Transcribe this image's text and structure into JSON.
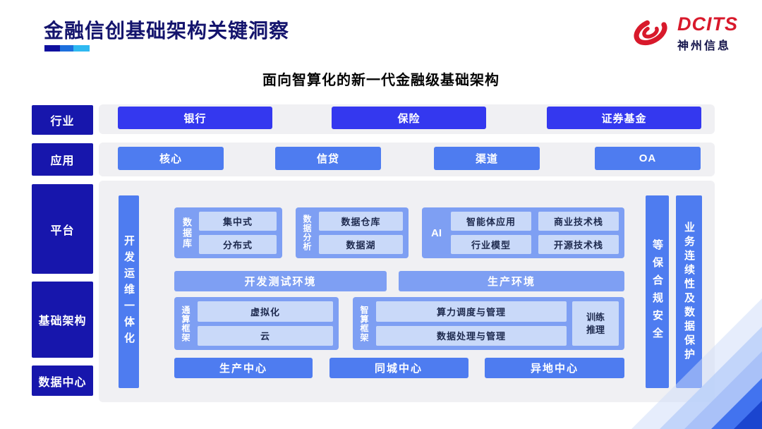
{
  "header": {
    "title": "金融信创基础架构关键洞察",
    "logo_brand": "DCITS",
    "logo_company": "神州信息"
  },
  "subtitle": "面向智算化的新一代金融级基础架构",
  "rails": {
    "industry": "行业",
    "application": "应用",
    "platform": "平台",
    "infrastructure": "基础架构",
    "datacenter": "数据中心"
  },
  "industry": {
    "bank": "银行",
    "insurance": "保险",
    "securities": "证券基金"
  },
  "application": {
    "core": "核心",
    "credit": "信贷",
    "channel": "渠道",
    "oa": "OA"
  },
  "platform": {
    "devops": "开发运维一体化",
    "database": {
      "label": "数据库",
      "centralized": "集中式",
      "distributed": "分布式"
    },
    "analytics": {
      "label": "数据分析",
      "warehouse": "数据仓库",
      "lake": "数据湖"
    },
    "ai": {
      "label": "AI",
      "agent_app": "智能体应用",
      "commercial_stack": "商业技术栈",
      "industry_model": "行业模型",
      "open_source_stack": "开源技术栈"
    },
    "environments": {
      "dev_test": "开发测试环境",
      "production": "生产环境"
    },
    "general_framework": {
      "label": "通算框架",
      "virtualization": "虚拟化",
      "cloud": "云"
    },
    "intelligent_framework": {
      "label": "智算框架",
      "compute_scheduling": "算力调度与管理",
      "data_processing": "数据处理与管理",
      "training_inference": "训练推理"
    },
    "centers": {
      "production": "生产中心",
      "same_city": "同城中心",
      "remote": "异地中心"
    },
    "security_bar": "等保合规安全",
    "continuity_bar": "业务连续性及数据保护"
  },
  "colors": {
    "title_navy": "#14146d",
    "rail_blue": "#1716ac",
    "industry_blue": "#3438ef",
    "bright_blue": "#4e7cf0",
    "medium_blue": "#7e9ff3",
    "light_blue": "#c9d9f9",
    "panel_gray": "#f0f0f3",
    "logo_red": "#d8192b",
    "underline_gradient": [
      "#0f0f9e",
      "#1d6fdd",
      "#2fb9f1"
    ]
  }
}
